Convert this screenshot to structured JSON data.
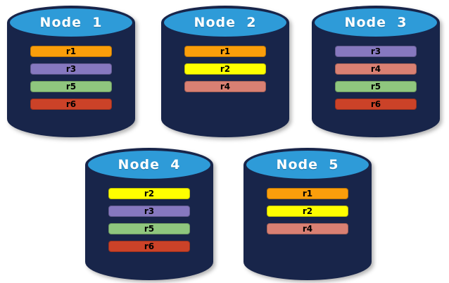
{
  "colors": {
    "cylinder_body": "#18254A",
    "cylinder_top": "#2E9BD8",
    "r1": "#FA9E0B",
    "r2": "#FFFF00",
    "r3": "#8678BF",
    "r4": "#D98073",
    "r5": "#8FC67E",
    "r6": "#CB4228"
  },
  "nodes": [
    {
      "title": "Node  1",
      "replicas": [
        "r1",
        "r3",
        "r5",
        "r6"
      ]
    },
    {
      "title": "Node  2",
      "replicas": [
        "r1",
        "r2",
        "r4"
      ]
    },
    {
      "title": "Node  3",
      "replicas": [
        "r3",
        "r4",
        "r5",
        "r6"
      ]
    },
    {
      "title": "Node  4",
      "replicas": [
        "r2",
        "r3",
        "r5",
        "r6"
      ]
    },
    {
      "title": "Node  5",
      "replicas": [
        "r1",
        "r2",
        "r4"
      ]
    }
  ]
}
